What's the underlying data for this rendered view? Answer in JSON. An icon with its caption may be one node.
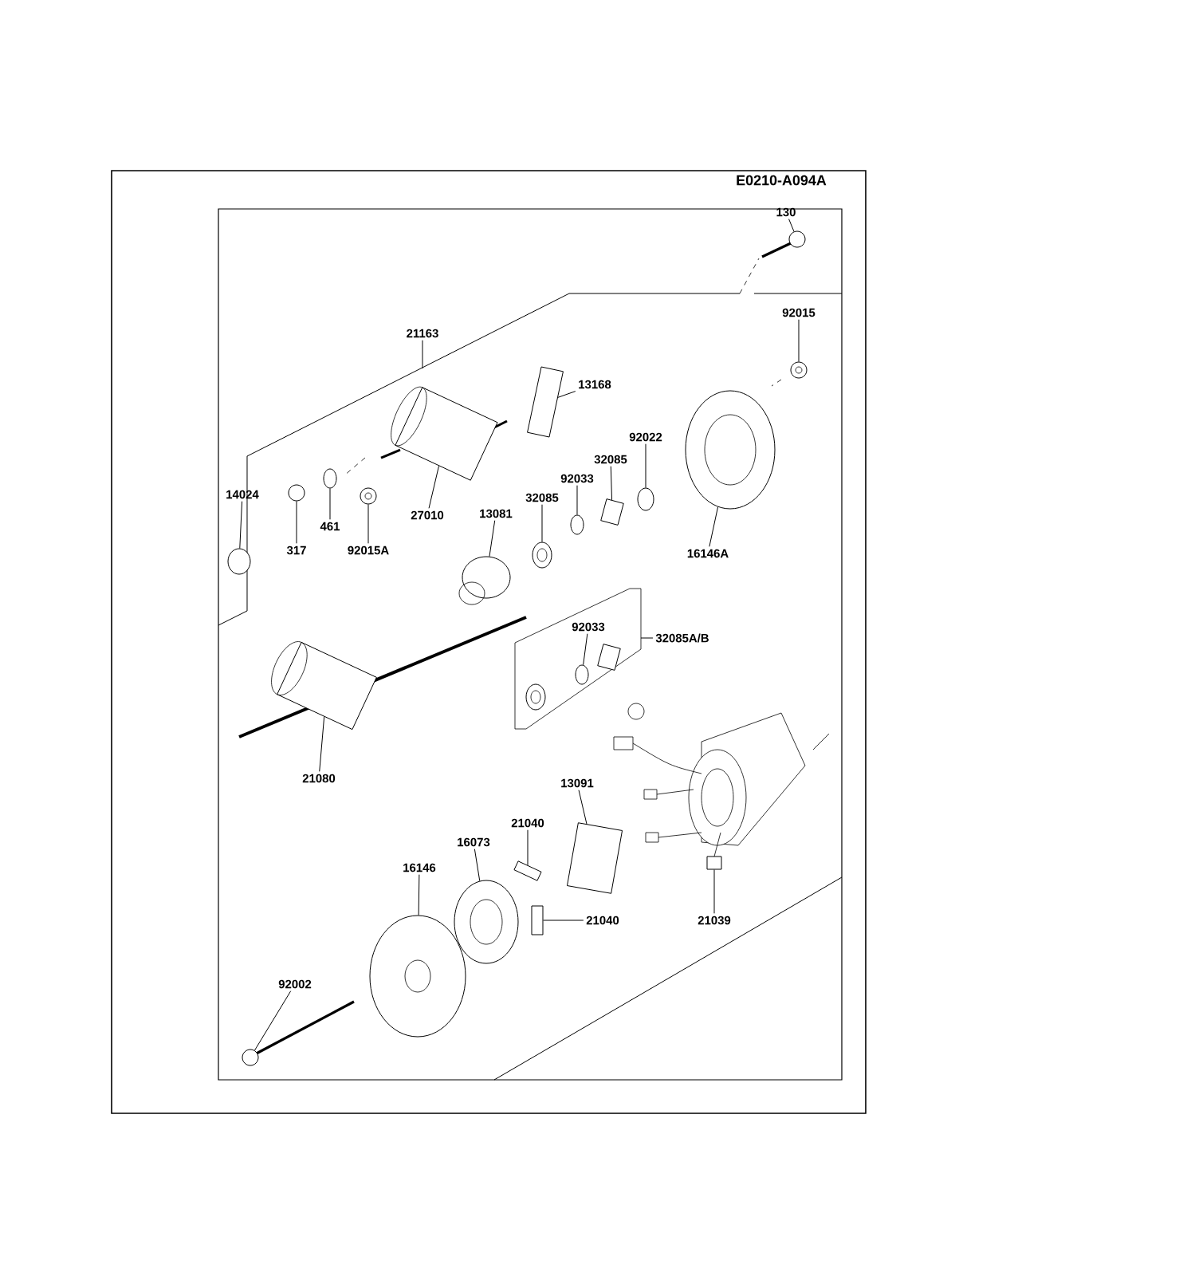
{
  "diagram": {
    "nodes": [
      {
        "text": [
          "130"
        ]
      },
      {
        "text": [
          "92015"
        ]
      },
      {
        "text": [
          "21163"
        ]
      },
      {
        "text": [
          "13168"
        ]
      },
      {
        "text": [
          "92022"
        ]
      },
      {
        "text": [
          "32085"
        ]
      },
      {
        "text": [
          "92033"
        ]
      },
      {
        "text": [
          "14024"
        ]
      },
      {
        "text": [
          "32085"
        ]
      },
      {
        "text": [
          "13081"
        ]
      },
      {
        "text": [
          "461"
        ]
      },
      {
        "text": [
          "27010"
        ]
      },
      {
        "text": [
          "317"
        ]
      },
      {
        "text": [
          "92015A"
        ]
      },
      {
        "text": [
          "16146A"
        ]
      },
      {
        "text": [
          "92033"
        ]
      },
      {
        "text": [
          "32085A/B"
        ]
      },
      {
        "text": [
          "21080"
        ]
      },
      {
        "text": [
          "13091"
        ]
      },
      {
        "text": [
          "21040"
        ]
      },
      {
        "text": [
          "16073"
        ]
      },
      {
        "text": [
          "16146"
        ]
      },
      {
        "text": [
          "21040"
        ]
      },
      {
        "text": [
          "21039"
        ]
      },
      {
        "text": [
          "92002"
        ]
      },
      {
        "text": [],
        "shape": "circle"
      },
      {
        "text": [],
        "shape": "circle"
      },
      {
        "text": [],
        "shape": "box"
      },
      {
        "text": [],
        "shape": "circle"
      },
      {
        "text": [],
        "shape": "box"
      },
      {
        "text": [],
        "shape": "circle"
      },
      {
        "text": [],
        "shape": "circle"
      },
      {
        "text": [],
        "shape": "circle"
      },
      {
        "text": [],
        "shape": "circle"
      },
      {
        "text": [],
        "shape": "circle"
      },
      {
        "text": [],
        "shape": "box"
      },
      {
        "text": [],
        "shape": "circle"
      },
      {
        "text": [],
        "shape": "circle"
      },
      {
        "text": [],
        "shape": "circle"
      },
      {
        "text": [],
        "shape": "circle"
      },
      {
        "text": [],
        "shape": "box"
      },
      {
        "text": [],
        "shape": "box"
      },
      {
        "text": [],
        "shape": "box"
      },
      {
        "text": [],
        "shape": "circle"
      },
      {
        "text": [],
        "shape": "circle"
      },
      {
        "text": [],
        "shape": "box"
      },
      {
        "text": [],
        "shape": "box"
      },
      {
        "text": [],
        "shape": "circle"
      },
      {
        "text": [],
        "shape": "box"
      },
      {
        "text": [],
        "shape": "circle"
      }
    ],
    "edges": [
      {
        "from": 0,
        "to": 25,
        "arrow": "none"
      },
      {
        "from": 1,
        "to": 26,
        "arrow": "none"
      },
      {
        "from": 2,
        "to": null,
        "arrow": "none"
      },
      {
        "from": 3,
        "to": 27,
        "arrow": "none"
      },
      {
        "from": 4,
        "to": 28,
        "arrow": "none"
      },
      {
        "from": 5,
        "to": 29,
        "arrow": "none"
      },
      {
        "from": 6,
        "to": 30,
        "arrow": "none"
      },
      {
        "from": 7,
        "to": 31,
        "arrow": "none"
      },
      {
        "from": 8,
        "to": 32,
        "arrow": "none"
      },
      {
        "from": 9,
        "to": 33,
        "arrow": "none"
      },
      {
        "from": 10,
        "to": 34,
        "arrow": "none"
      },
      {
        "from": 11,
        "to": 35,
        "arrow": "none"
      },
      {
        "from": 12,
        "to": 36,
        "arrow": "none"
      },
      {
        "from": 13,
        "to": 37,
        "arrow": "none"
      },
      {
        "from": 14,
        "to": 38,
        "arrow": "none"
      },
      {
        "from": 15,
        "to": 39,
        "arrow": "none"
      },
      {
        "from": 16,
        "to": null,
        "arrow": "none"
      },
      {
        "from": 17,
        "to": 40,
        "arrow": "none"
      },
      {
        "from": 18,
        "to": 41,
        "arrow": "none"
      },
      {
        "from": 19,
        "to": 42,
        "arrow": "none"
      },
      {
        "from": 20,
        "to": 43,
        "arrow": "none"
      },
      {
        "from": 21,
        "to": 44,
        "arrow": "none"
      },
      {
        "from": 22,
        "to": 45,
        "arrow": "none"
      },
      {
        "from": 23,
        "to": 46,
        "arrow": "none"
      },
      {
        "from": 24,
        "to": 47,
        "arrow": "none"
      }
    ],
    "labels": [
      "E0210-A094A"
    ]
  }
}
